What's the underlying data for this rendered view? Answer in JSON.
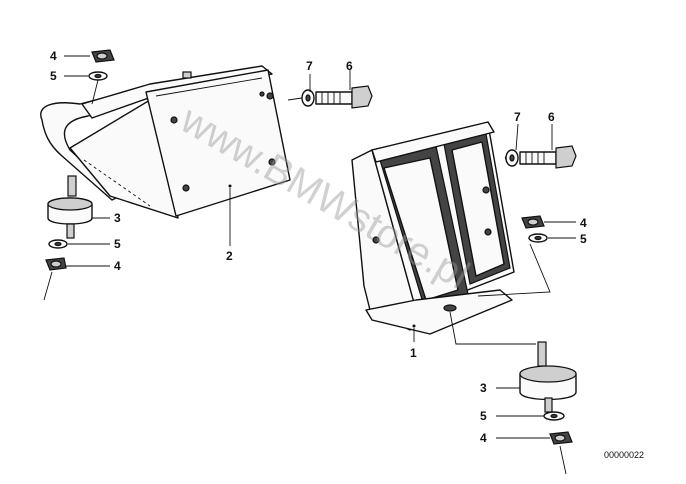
{
  "callouts": {
    "left_nut_top": "4",
    "left_washer_top": "5",
    "left_mount": "3",
    "left_washer_bottom": "5",
    "left_nut_bottom": "4",
    "left_bracket": "2",
    "left_washer_bolt": "7",
    "left_bolt": "6",
    "right_washer_bolt": "7",
    "right_bolt": "6",
    "right_nut_top": "4",
    "right_washer_top": "5",
    "right_bracket": "1",
    "right_mount": "3",
    "right_washer_bottom": "5",
    "right_nut_bottom": "4"
  },
  "watermark": "www.BMWstore.pl",
  "document_number": "00000022"
}
